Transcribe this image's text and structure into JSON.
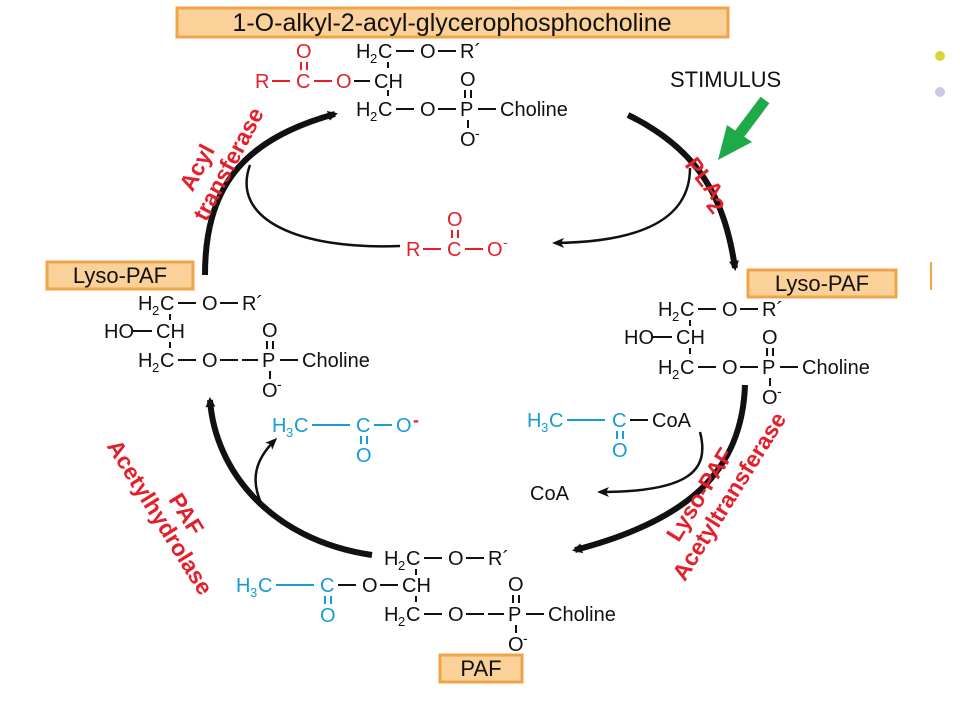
{
  "title": "1-O-alkyl-2-acyl-glycerophosphocholine",
  "stimulus": "STIMULUS",
  "labels": {
    "lyso_paf_right": "Lyso-PAF",
    "lyso_paf_left": "Lyso-PAF",
    "paf": "PAF"
  },
  "enzymes": {
    "pla2": "PLA",
    "pla2_sub": "2",
    "acyl_line1": "Acyl",
    "acyl_line2": "transferase",
    "lpat_line1": "Lyso-PAF",
    "lpat_line2": "Acetyltransferase",
    "pah_line1": "PAF",
    "pah_line2": "Acetylhydrolase"
  },
  "chem": {
    "choline": "Choline",
    "coa": "CoA",
    "coa_product": "CoA",
    "oxygen": "O",
    "r_prime": "R´",
    "r": "R",
    "c": "C",
    "h": "H",
    "sub2": "2",
    "sub3": "3",
    "o_minus": "O",
    "minus": "-",
    "p": "P",
    "ho": "HO"
  },
  "colors": {
    "red": "#e3202a",
    "blue": "#1a9ad6",
    "green": "#1faa4a",
    "box_fill": "#fbd19a",
    "box_border": "#f0a348"
  }
}
